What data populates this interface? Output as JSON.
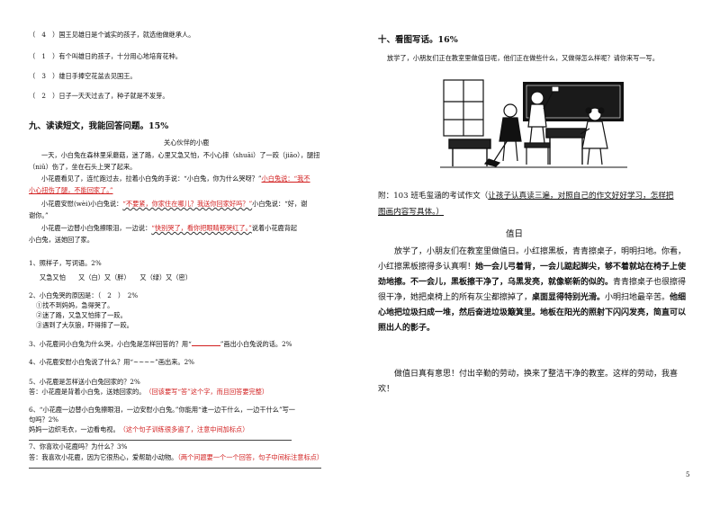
{
  "left": {
    "items_top": [
      "（　4　）国王见雄日是个诚实的孩子，就选他做继承人。",
      "（　1　）有个叫雄日的孩子，十分用心地培育花种。",
      "（　3　）雄日手捧空花盆去见国王。",
      "（　2　）日子一天天过去了，种子就是不发芽。"
    ],
    "section9_title": "九、读读短文，我能回答问题。15%",
    "story_title": "关心伙伴的小鹿",
    "story_p1a": "一天，小白兔在森林里采蘑菇，迷了路，心里又急又怕，不小心摔（shuāi）了一跤（jiāo），腿扭",
    "story_p1b": "（niǔ）伤了，坐在石头上哭了起来。",
    "story_p2a_pre": "小花鹿看见了，连忙跑过去，拉着小白兔的手说：“小白兔，你为什么哭呀？”",
    "story_p2a_red": "小白兔说：“我不",
    "story_p2b_red": "小心扭伤了腿，不能回家了。”",
    "story_p3a_pre": "小花鹿安慰(wèi)小白兔说：",
    "story_p3a_wavy": "“不要紧，你家住在哪儿？我送你回家好吗？”",
    "story_p3a_post": "小白兔说：“好，谢",
    "story_p3b": "谢你。”",
    "story_p4a_pre": "小花鹿一边替小白兔擦眼泪，一边说：",
    "story_p4a_red": "“快别哭了，看你把眼睛都哭红了。”",
    "story_p4a_post": "说着小花鹿背起",
    "story_p4b": "小白兔，送她回了家。",
    "q1": "1、照样子，写词语。2%",
    "q1_ex": "又急又怕　　又（白）又（胖）　　又（绿）又（密）",
    "q2": "2、小白兔哭的原因是：（　2　）　2%",
    "q2_o1": "①找不到妈妈，急得哭了。",
    "q2_o2": "②迷了路，又急又怕摔了一跤。",
    "q2_o3": "③遇到了大灰狼，吓得摔了一跤。",
    "q3_pre": "3、小花鹿问小白兔为什么哭，小白兔是怎样回答的？用“",
    "q3_post": "”画出小白兔说的话。2%",
    "q4": "4、小花鹿安慰小白兔说了什么？用“~~~~”画出来。2%",
    "q5": "5、小花鹿是怎样送小白兔回家的？2%",
    "q5_ans": "答：小花鹿是背着小白兔，送她回家的。",
    "q5_note": "（回该要写“答”这个字，而且回答要完整）",
    "q6a": "6、“小花鹿一边替小白兔擦眼泪，一边安慰小白兔。”你能用“谁一边干什么，一边干什么”写一",
    "q6b": "句吗？2%",
    "q6_ans": "妈妈一边织毛衣，一边看电视。",
    "q6_note": "（这个句子训练很多遍了，注意中间加标点）",
    "q7": "7、你喜欢小花鹿吗？为什么？3%",
    "q7_ans": "答：我喜欢小花鹿，因为它很热心，爱帮助小动物。",
    "q7_note": "（两个问题要一个一个回答，句子中间标注意标点）"
  },
  "right": {
    "section10_title": "十、看图写话。16%",
    "prompt": "放学了，小朋友们正在教室里做值日呢，他们正在做些什么，又做得怎么样呢？请你来写一写。",
    "note_pre": "附：103 班毛玺涵的考试作文（",
    "note_ul": "让孩子认真读三遍，对照自己的作文好好学习，怎样把",
    "note_ul2": "图画内容写具体。）",
    "essay_title": "值日",
    "essay_p1_normal1": "放学了，小朋友们在教室里做值日。小红擦黑板，青青擦桌子，明明扫地。你看，小红擦黑板擦得多认真啊！",
    "essay_p1_bold1": "她一会儿弓着背，一会儿踮起脚尖，够不着就站在椅子上使劲地擦。不一会儿，黑板擦干净了，乌黑发亮，就像崭新的似的。",
    "essay_p1_normal2": "青青擦桌子也很擦得很干净，她把桌椅上的所有灰尘都擦掉了，",
    "essay_p1_bold2": "桌面显得特别光滑。",
    "essay_p1_normal3": "小明扫地最辛苦。",
    "essay_p1_bold3": "他细心地把垃圾扫成一堆，然后奋进垃圾簸箕里。地板在阳光的照射下闪闪发亮，简直可以照出人的影子。",
    "essay_p2": "做值日真有意思！付出辛勤的劳动，换来了整洁干净的教室。这样的劳动，我喜欢！",
    "page_number": "5"
  }
}
